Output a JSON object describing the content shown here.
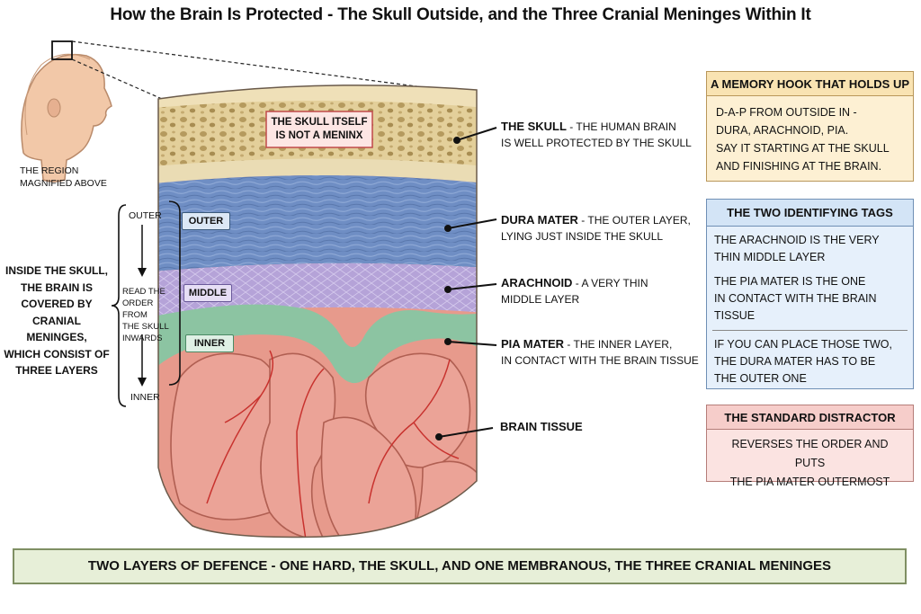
{
  "title": "How the Brain Is Protected - The Skull Outside, and the Three Cranial Meninges Within It",
  "head_inset": {
    "caption_line1": "THE REGION",
    "caption_line2": "MAGNIFIED ABOVE"
  },
  "skull_note": {
    "line1": "THE SKULL ITSELF",
    "line2": "IS NOT A MENINX"
  },
  "left_note": {
    "lines": [
      "INSIDE THE SKULL,",
      "THE BRAIN IS",
      "COVERED BY",
      "CRANIAL MENINGES,",
      "WHICH CONSIST OF",
      "THREE LAYERS"
    ]
  },
  "order_scale": {
    "top": "OUTER",
    "bottom": "INNER",
    "middle_lines": [
      "READ THE",
      "ORDER FROM",
      "THE SKULL",
      "INWARDS"
    ]
  },
  "layer_tags": {
    "outer": "OUTER",
    "middle": "MIDDLE",
    "inner": "INNER"
  },
  "callouts": {
    "skull": {
      "name": "THE SKULL",
      "line1": " - THE HUMAN BRAIN",
      "line2": "IS WELL PROTECTED BY THE SKULL"
    },
    "dura": {
      "name": "DURA MATER",
      "line1": " - THE OUTER LAYER,",
      "line2": "LYING JUST INSIDE THE SKULL"
    },
    "arachnoid": {
      "name": "ARACHNOID",
      "line1": " - A VERY THIN",
      "line2": "MIDDLE LAYER"
    },
    "pia": {
      "name": "PIA MATER",
      "line1": " - THE INNER LAYER,",
      "line2": "IN CONTACT WITH THE BRAIN TISSUE"
    },
    "brain": {
      "name": "BRAIN TISSUE"
    }
  },
  "memory_box": {
    "heading": "A MEMORY HOOK THAT HOLDS UP",
    "lines": [
      "D-A-P FROM OUTSIDE IN -",
      "DURA, ARACHNOID, PIA.",
      "SAY IT STARTING AT THE SKULL",
      "AND FINISHING AT THE BRAIN."
    ],
    "colors": {
      "fill": "#fdf0d3",
      "head": "#f9e3b2",
      "border": "#b9975a"
    }
  },
  "tags_box": {
    "heading": "THE TWO IDENTIFYING TAGS",
    "para1": [
      "THE ARACHNOID IS THE VERY",
      "THIN MIDDLE LAYER"
    ],
    "para2": [
      "THE PIA MATER IS THE ONE",
      "IN CONTACT WITH THE BRAIN TISSUE"
    ],
    "para3": [
      "IF YOU CAN PLACE THOSE TWO,",
      "THE DURA MATER HAS TO BE",
      "THE OUTER ONE"
    ],
    "colors": {
      "fill": "#e6f0fb",
      "head": "#d3e4f6",
      "border": "#6f8fb5"
    }
  },
  "distractor_box": {
    "heading": "THE STANDARD DISTRACTOR",
    "lines": [
      "REVERSES THE ORDER AND PUTS",
      "THE PIA MATER OUTERMOST"
    ],
    "colors": {
      "fill": "#fbe3e1",
      "head": "#f6cdca",
      "border": "#b57d79"
    }
  },
  "footer": "TWO LAYERS OF DEFENCE - ONE HARD, THE SKULL, AND ONE MEMBRANOUS, THE THREE CRANIAL MENINGES",
  "colors": {
    "skull": "#e8d6a6",
    "dura": "#6f8ec4",
    "arachnoid": "#b5a3d8",
    "pia": "#8cc4a2",
    "brain": "#e79a8c",
    "vessel": "#c8322e"
  }
}
